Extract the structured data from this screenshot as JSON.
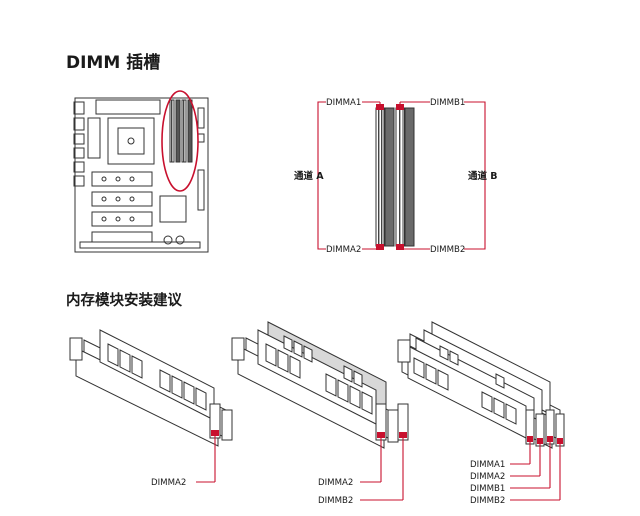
{
  "headings": {
    "dimm_slots": "DIMM 插槽",
    "install_recommendation": "内存模块安装建议"
  },
  "slot_diagram": {
    "top_left": "DIMMA1",
    "top_right": "DIMMB1",
    "bottom_left": "DIMMA2",
    "bottom_right": "DIMMB2",
    "channel_a": "通道 A",
    "channel_b": "通道 B"
  },
  "configs": {
    "one_module": [
      "DIMMA2"
    ],
    "two_modules": [
      "DIMMA2",
      "DIMMB2"
    ],
    "four_modules": [
      "DIMMA1",
      "DIMMA2",
      "DIMMB1",
      "DIMMB2"
    ]
  },
  "colors": {
    "accent_red": "#c8102e",
    "line_dark": "#333333"
  }
}
